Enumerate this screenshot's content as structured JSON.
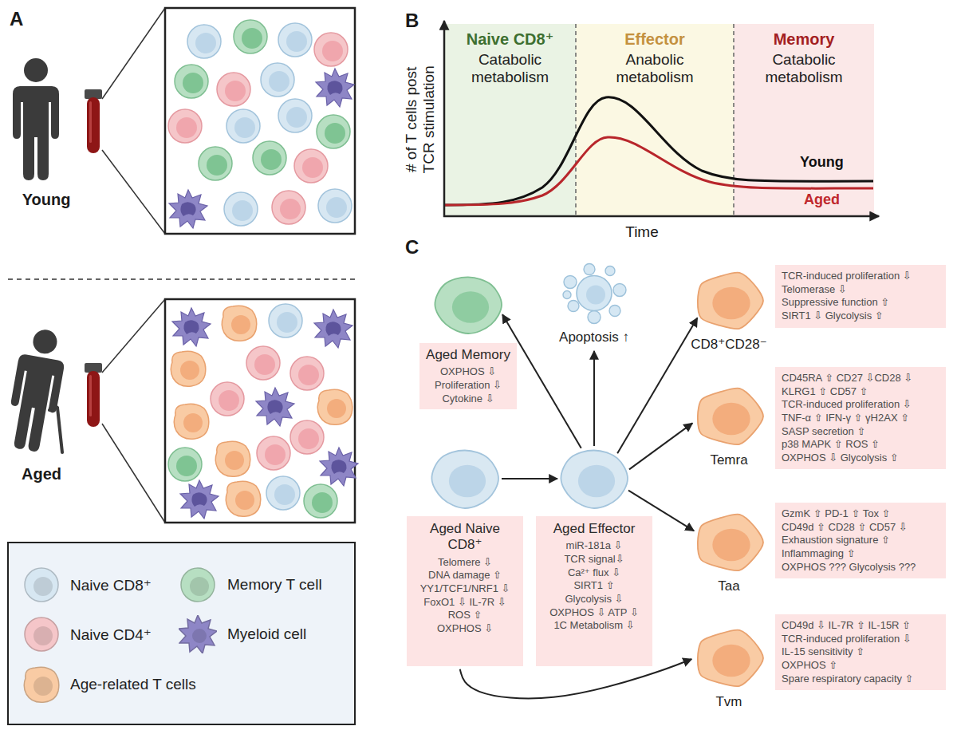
{
  "diagram": {
    "nodes": [
      {
        "text": [
          "Naive CD8⁺",
          "Catabolic metabolism"
        ]
      },
      {
        "text": [
          "Effector",
          "Anabolic metabolism"
        ]
      },
      {
        "text": [
          "Memory",
          "Catabolic metabolism"
        ]
      },
      {
        "text": [
          "Aged Memory",
          "OXPHOS ⇩",
          "Proliferation ⇩",
          "Cytokine ⇩"
        ]
      },
      {
        "text": [
          "Apoptosis ↑"
        ]
      },
      {
        "text": [
          "CD8⁺CD28⁻",
          "TCR-induced proliferation ⇩",
          "Telomerase ⇩",
          "Suppressive function ⇧",
          "SIRT1 ⇩ Glycolysis ⇧"
        ]
      },
      {
        "text": [
          "Temra",
          "CD45RA ⇧ CD27 ⇩CD28 ⇩",
          "KLRG1 ⇧ CD57 ⇧",
          "TCR-induced proliferation ⇩",
          "TNF-α ⇧ IFN-γ ⇧ γH2AX ⇧",
          "SASP secretion ⇧",
          "p38 MAPK ⇧ ROS ⇧",
          "OXPHOS ⇩ Glycolysis ⇧"
        ]
      },
      {
        "text": [
          "Aged Naive CD8⁺",
          "Telomere ⇩",
          "DNA damage ⇧",
          "YY1/TCF1/NRF1 ⇩",
          "FoxO1 ⇩ IL-7R ⇩",
          "ROS ⇧",
          "OXPHOS ⇩"
        ]
      },
      {
        "text": [
          "Aged Effector",
          "miR-181a ⇩",
          "TCR signal⇩",
          "Ca²⁺ flux ⇩",
          "SIRT1 ⇧",
          "Glycolysis ⇩",
          "OXPHOS ⇩ ATP ⇩",
          "1C Metabolism ⇩"
        ]
      },
      {
        "text": [
          "Taa",
          "GzmK ⇧ PD-1 ⇧ Tox ⇧",
          "CD49d ⇧ CD28 ⇧ CD57 ⇩",
          "Exhaustion signature ⇧",
          "Inflammaging ⇧",
          "OXPHOS ??? Glycolysis ???"
        ]
      },
      {
        "text": [
          "Tvm",
          "CD49d ⇩ IL-7R ⇧ IL-15R ⇧",
          "TCR-induced proliferation ⇩",
          "IL-15 sensitivity ⇧",
          "OXPHOS ⇧",
          "Spare respiratory capacity ⇧"
        ]
      }
    ],
    "edges": [
      {
        "from": 7,
        "to": 8,
        "arrow": "to"
      },
      {
        "from": 8,
        "to": 3,
        "arrow": "to"
      },
      {
        "from": 8,
        "to": 4,
        "arrow": "to"
      },
      {
        "from": 8,
        "to": 5,
        "arrow": "to"
      },
      {
        "from": 8,
        "to": 6,
        "arrow": "to"
      },
      {
        "from": 8,
        "to": 9,
        "arrow": "to"
      },
      {
        "from": 7,
        "to": 10,
        "arrow": "to"
      }
    ],
    "labels": [
      "A",
      "Young",
      "Aged",
      "B",
      "# of T cells post TCR stimulation",
      "Time",
      "Young",
      "Aged",
      "C"
    ],
    "legend": [
      {
        "text": "Naive CD8⁺",
        "color": "#d7e7f2"
      },
      {
        "text": "Memory T cell",
        "color": "#b7dfc2"
      },
      {
        "text": "Naive CD4⁺",
        "color": "#f5c6c9"
      },
      {
        "text": "Myeloid cell",
        "color": "#8e86c6"
      },
      {
        "text": "Age-related T cells",
        "color": "#f9cba4"
      }
    ]
  }
}
